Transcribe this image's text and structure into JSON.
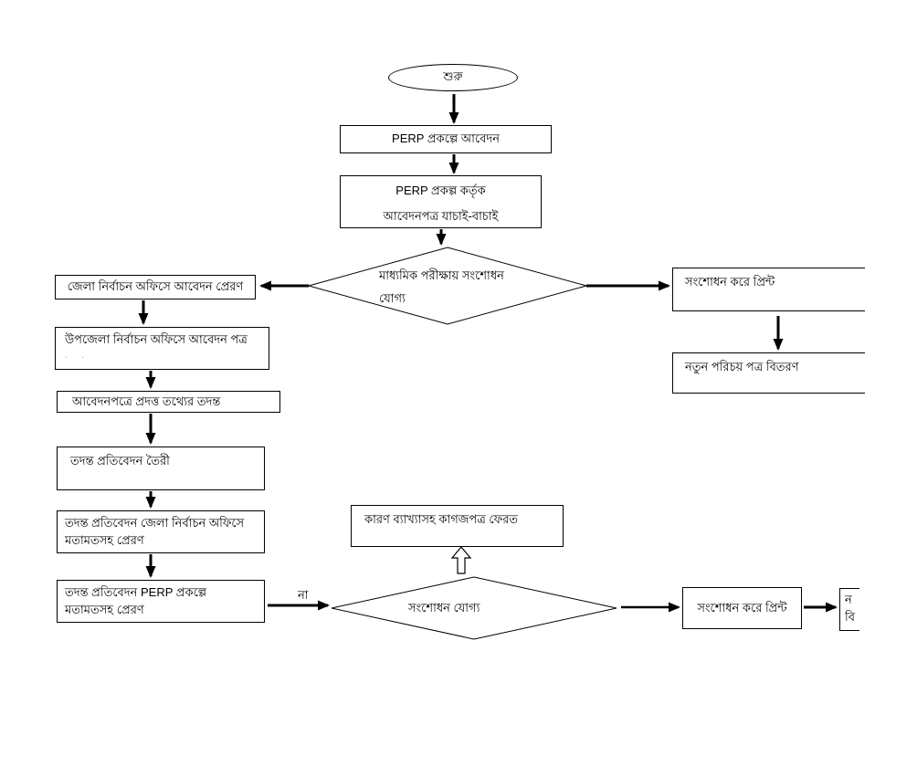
{
  "diagram": {
    "type": "flowchart",
    "language": "Bengali",
    "colors": {
      "line": "#000000",
      "background": "#ffffff",
      "faint_text": "#b4b4b4"
    },
    "nodes": {
      "start": {
        "shape": "ellipse",
        "label": "শুরু"
      },
      "apply": {
        "shape": "process",
        "label": "PERP প্রকল্পে আবেদন"
      },
      "verify": {
        "shape": "process",
        "line1": "PERP প্রকল্প কর্তৃক",
        "line2": "আবেদনপত্র যাচাই-বাচাই"
      },
      "decision1": {
        "shape": "decision",
        "line1": "মাধ্যমিক পরীক্ষায় সংশোধন",
        "line2": "যোগ্য"
      },
      "district_office": {
        "shape": "process",
        "label": "জেলা নির্বাচন অফিসে আবেদন প্রেরণ"
      },
      "print_top": {
        "shape": "process",
        "label": "সংশোধন করে প্রিন্ট"
      },
      "distribute_top": {
        "shape": "process",
        "label": "নতুন পরিচয় পত্র বিতরণ"
      },
      "upazila_office": {
        "shape": "process",
        "line1": "উপজেলা নির্বাচন অফিসে আবেদন পত্র",
        "line2": ". ."
      },
      "investigation": {
        "shape": "process",
        "label": "আবেদনপত্রে প্রদত্ত তথ্যের তদন্ত"
      },
      "report_prepare": {
        "shape": "process",
        "label": "তদন্ত প্রতিবেদন তৈরী"
      },
      "report_district": {
        "shape": "process",
        "line1": "তদন্ত প্রতিবেদন জেলা নির্বাচন অফিসে",
        "line2": "মতামতসহ প্রেরণ"
      },
      "report_perp": {
        "shape": "process",
        "line1": "তদন্ত প্রতিবেদন PERP প্রকল্পে",
        "line2": "মতামতসহ প্রেরণ"
      },
      "return_docs": {
        "shape": "process",
        "label": "কারণ  ব্যাখ্যাসহ কাগজপত্র ফেরত"
      },
      "decision2": {
        "shape": "decision",
        "label": "সংশোধন যোগ্য"
      },
      "print_bottom": {
        "shape": "process",
        "label": "সংশোধন করে প্রিন্ট"
      },
      "distribute_bottom": {
        "shape": "process",
        "line1": "ন",
        "line2": "বি"
      }
    },
    "edge_labels": {
      "no": "না"
    }
  }
}
